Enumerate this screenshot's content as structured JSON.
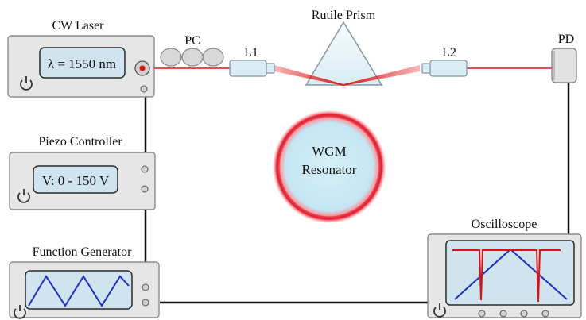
{
  "labels": {
    "cw_laser": "CW Laser",
    "wavelength": "λ = 1550 nm",
    "pc": "PC",
    "l1": "L1",
    "prism": "Rutile Prism",
    "l2": "L2",
    "pd": "PD",
    "piezo": "Piezo Controller",
    "voltage": "V: 0 - 150 V",
    "resonator_line1": "WGM",
    "resonator_line2": "Resonator",
    "function_generator": "Function Generator",
    "oscilloscope": "Oscilloscope"
  },
  "colors": {
    "panel": "#e6e6e6",
    "panel_stroke": "#8a8a8a",
    "screen": "#cfe4ee",
    "laser_beam": "#e01010",
    "wire": "#111111",
    "trace_blue": "#1f2fc8",
    "trace_red": "#e01010"
  },
  "icons": [
    "power-icon",
    "connector-port-icon"
  ]
}
